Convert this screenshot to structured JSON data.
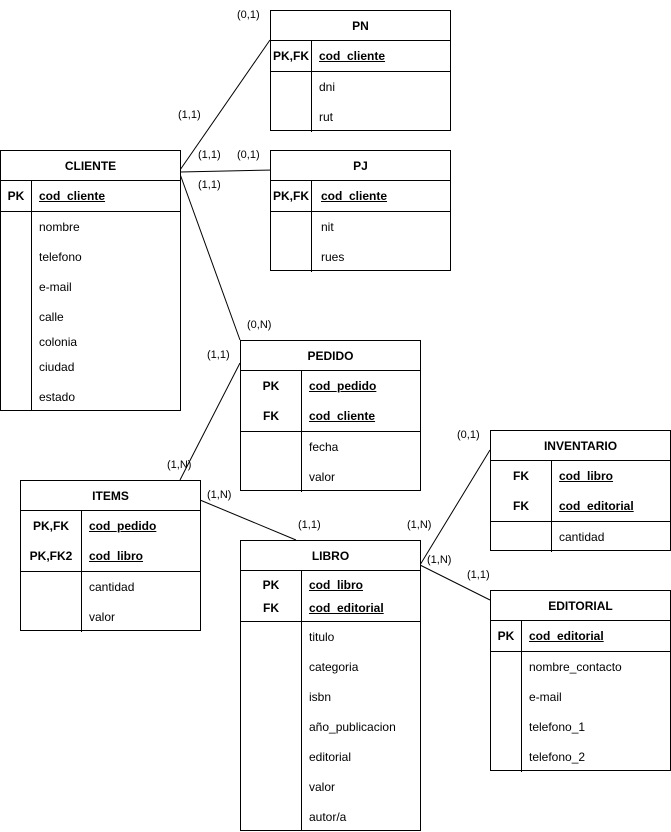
{
  "entities": {
    "pn": {
      "title": "PN",
      "keys": [
        {
          "tag": "PK,FK",
          "field": "cod_cliente"
        }
      ],
      "attributes": [
        "dni",
        "rut"
      ]
    },
    "pj": {
      "title": "PJ",
      "keys": [
        {
          "tag": "PK,FK",
          "field": "cod_cliente"
        }
      ],
      "attributes": [
        "nit",
        "rues"
      ]
    },
    "cliente": {
      "title": "CLIENTE",
      "keys": [
        {
          "tag": "PK",
          "field": "cod_cliente"
        }
      ],
      "attributes": [
        "nombre",
        "telefono",
        "e-mail",
        "calle",
        "colonia",
        "ciudad",
        "estado"
      ]
    },
    "pedido": {
      "title": "PEDIDO",
      "keys": [
        {
          "tag": "PK",
          "field": "cod_pedido"
        },
        {
          "tag": "FK",
          "field": "cod_cliente"
        }
      ],
      "attributes": [
        "fecha",
        "valor"
      ]
    },
    "inventario": {
      "title": "INVENTARIO",
      "keys": [
        {
          "tag": "FK",
          "field": "cod_libro"
        },
        {
          "tag": "FK",
          "field": "cod_editorial"
        }
      ],
      "attributes": [
        "cantidad"
      ]
    },
    "items": {
      "title": "ITEMS",
      "keys": [
        {
          "tag": "PK,FK",
          "field": "cod_pedido"
        },
        {
          "tag": "PK,FK2",
          "field": "cod_libro"
        }
      ],
      "attributes": [
        "cantidad",
        "valor"
      ]
    },
    "libro": {
      "title": "LIBRO",
      "keys": [
        {
          "tag": "PK",
          "field": "cod_libro"
        },
        {
          "tag": "FK",
          "field": "cod_editorial"
        }
      ],
      "attributes": [
        "titulo",
        "categoria",
        "isbn",
        "año_publicacion",
        "editorial",
        "valor",
        "autor/a"
      ]
    },
    "editorial": {
      "title": "EDITORIAL",
      "keys": [
        {
          "tag": "PK",
          "field": "cod_editorial"
        }
      ],
      "attributes": [
        "nombre_contacto",
        "e-mail",
        "telefono_1",
        "telefono_2"
      ]
    }
  },
  "cardinalities": {
    "pn_side": "(0,1)",
    "cliente_to_pn": "(1,1)",
    "cliente_to_pj": "(1,1)",
    "pj_side": "(0,1)",
    "cliente_to_pedido": "(1,1)",
    "pedido_from_cliente": "(0,N)",
    "pedido_to_items": "(1,1)",
    "items_from_pedido": "(1,N)",
    "items_to_libro": "(1,N)",
    "libro_from_items": "(1,1)",
    "libro_to_inventario": "(1,N)",
    "inventario_side": "(0,1)",
    "libro_to_editorial": "(1,N)",
    "editorial_side": "(1,1)"
  }
}
